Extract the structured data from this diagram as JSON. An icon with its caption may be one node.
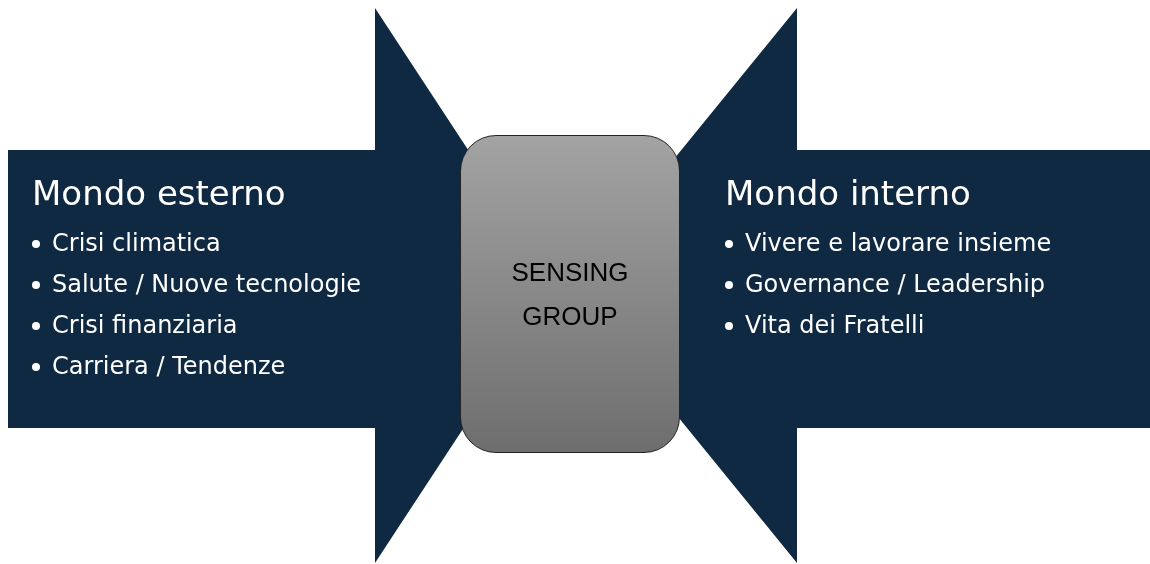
{
  "diagram": {
    "nodes": [
      {
        "text": [
          "Mondo esterno",
          "Crisi climatica",
          "Salute / Nuove tecnologie",
          "Crisi finanziaria",
          "Carriera / Tendenze"
        ]
      },
      {
        "text": [
          "SENSING GROUP"
        ]
      },
      {
        "text": [
          "Mondo interno",
          "Vivere e lavorare insieme",
          "Governance / Leadership",
          "Vita dei Fratelli"
        ]
      }
    ],
    "edges": []
  }
}
